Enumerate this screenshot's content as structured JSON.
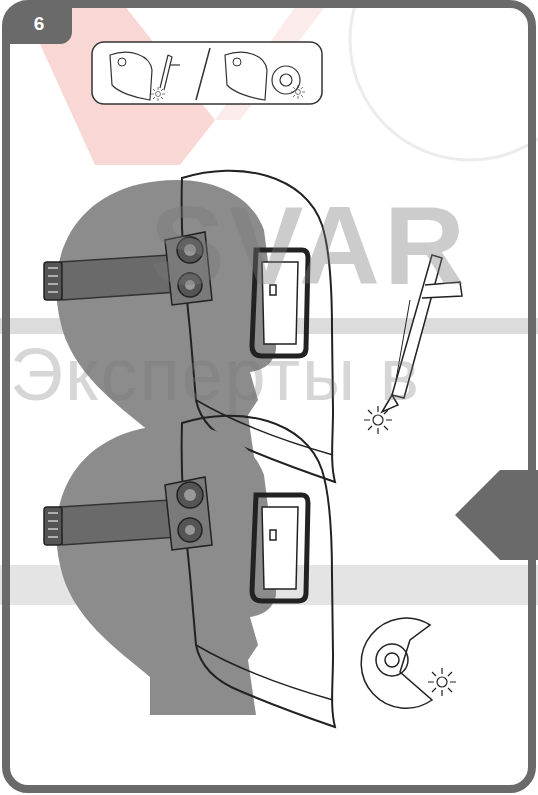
{
  "diagram": {
    "nodes": [
      {
        "text": [
          "6"
        ]
      }
    ],
    "labels": [
      "SVAR",
      "Эксперты в"
    ]
  }
}
